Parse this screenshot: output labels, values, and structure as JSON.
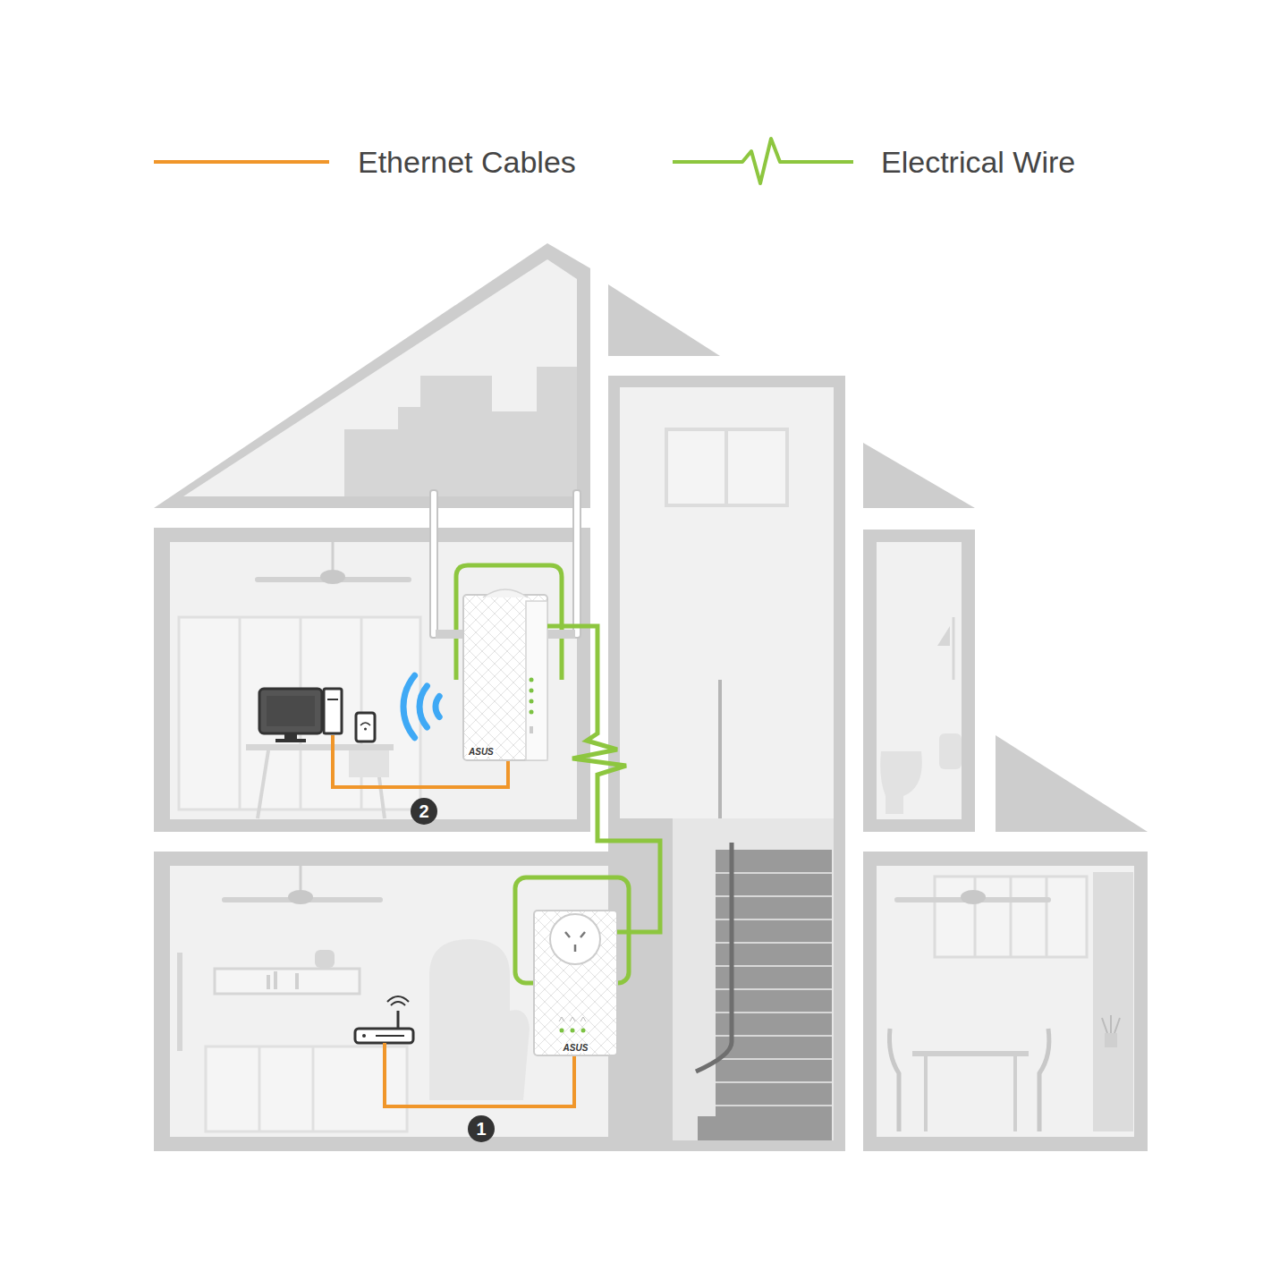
{
  "diagram": {
    "nodes": [
      {
        "text": [
          "ASUS"
        ]
      },
      {
        "text": [
          "ASUS"
        ]
      }
    ],
    "edges": [
      {
        "from": 0,
        "to": 1,
        "arrow": "none"
      }
    ],
    "labels": [
      "2",
      "1"
    ],
    "legend": [
      {
        "text": "Ethernet Cables"
      },
      {
        "text": "Electrical Wire"
      }
    ]
  }
}
